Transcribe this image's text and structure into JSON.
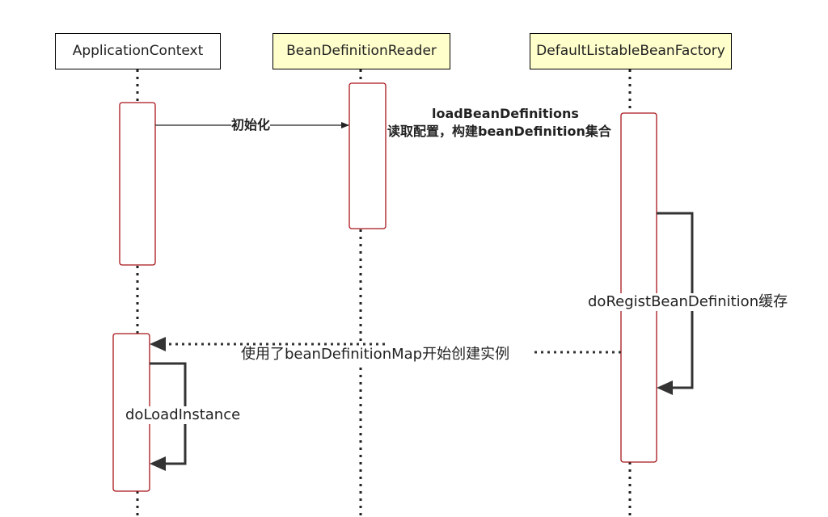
{
  "colors": {
    "background": "#ffffff",
    "plain_header_fill": "#ffffff",
    "highlight_header_fill": "#ffffcc",
    "activation_stroke": "#a8151a",
    "message_line": "#222222",
    "self_call_line": "#333333"
  },
  "participants": [
    {
      "id": "app",
      "label": "ApplicationContext"
    },
    {
      "id": "reader",
      "label": "BeanDefinitionReader"
    },
    {
      "id": "factory",
      "label": "DefaultListableBeanFactory"
    }
  ],
  "messages": [
    {
      "from": "ApplicationContext",
      "to": "BeanDefinitionReader",
      "style": "solid",
      "label": "初始化"
    },
    {
      "from": "BeanDefinitionReader",
      "to": "DefaultListableBeanFactory",
      "style": "none",
      "label_line1": "loadBeanDefinitions",
      "label_line2": "读取配置，构建beanDefinition集合"
    },
    {
      "from": "DefaultListableBeanFactory",
      "to": "DefaultListableBeanFactory",
      "style": "self",
      "label": "doRegistBeanDefinition缓存"
    },
    {
      "from": "DefaultListableBeanFactory",
      "to": "ApplicationContext",
      "style": "dotted",
      "label": "使用了beanDefinitionMap开始创建实例"
    },
    {
      "from": "ApplicationContext",
      "to": "ApplicationContext",
      "style": "self",
      "label": "doLoadInstance"
    }
  ]
}
